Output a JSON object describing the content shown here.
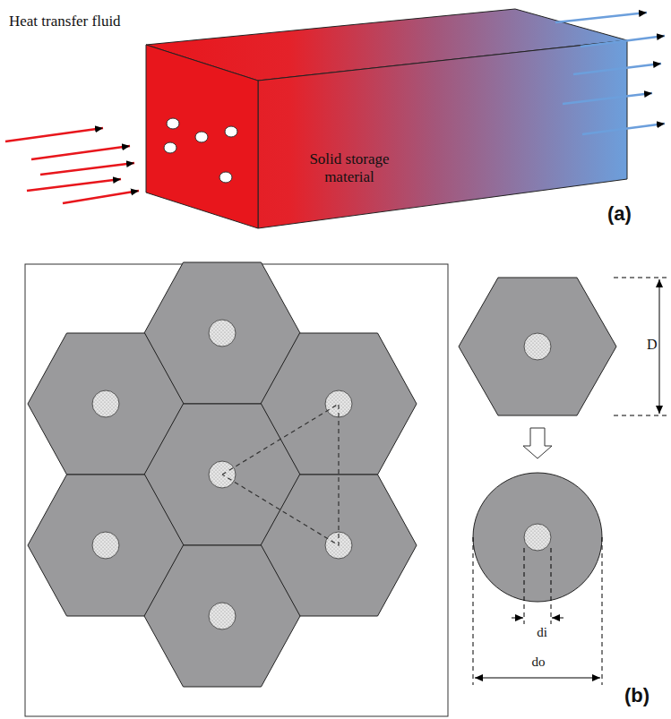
{
  "diagram": {
    "labels": [
      "Heat transfer fluid",
      "Solid storage material",
      "(a)",
      "D",
      "di",
      "do",
      "(b)"
    ]
  }
}
